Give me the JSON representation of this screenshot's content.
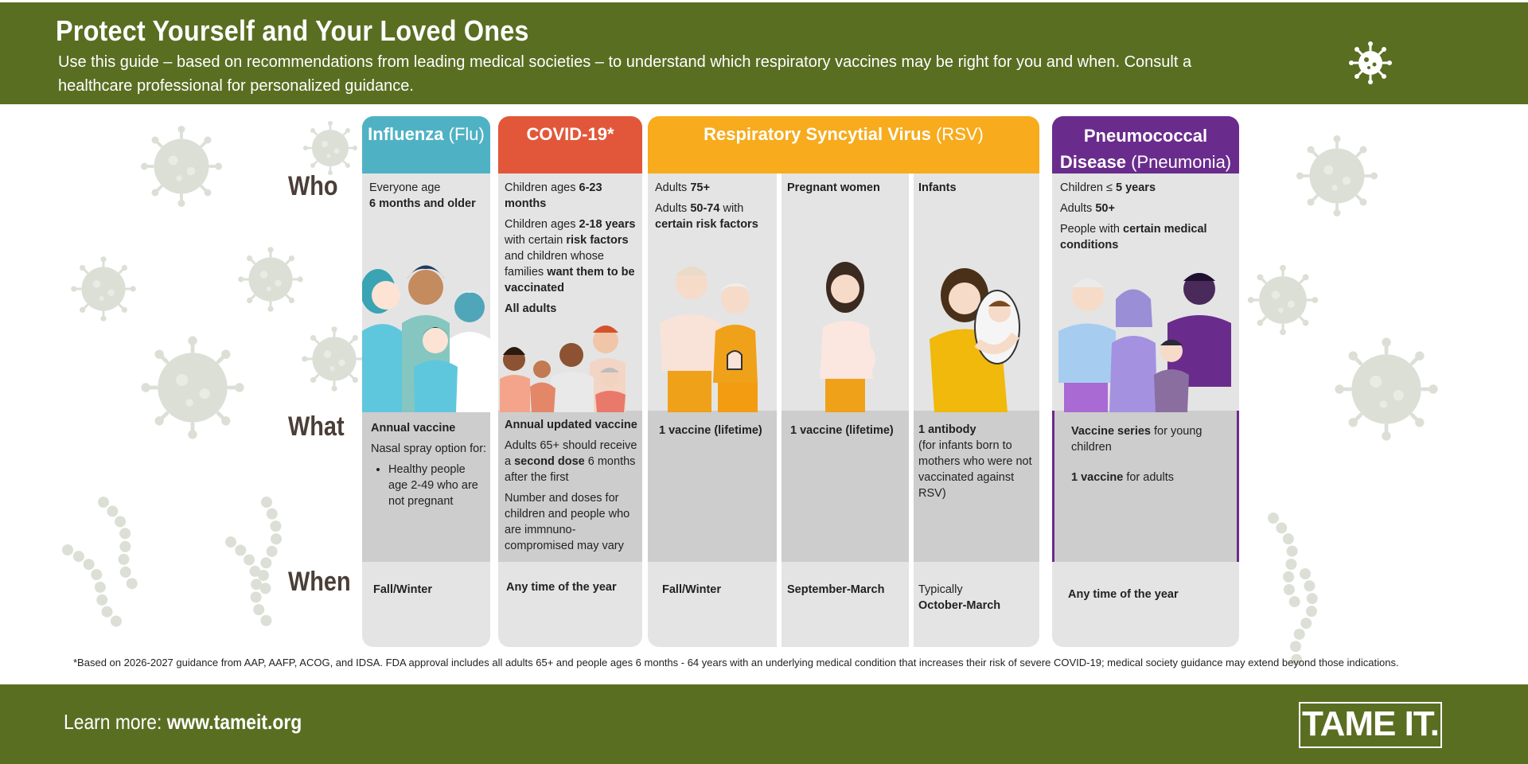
{
  "header": {
    "title": "Protect Yourself and Your Loved Ones",
    "subtitle": "Use this guide – based on recommendations from leading medical societies – to understand which respiratory vaccines may be right for you and when. Consult a healthcare professional for personalized guidance."
  },
  "rows": {
    "who": "Who",
    "what": "What",
    "when": "When"
  },
  "colors": {
    "header_bg": "#5a6e22",
    "flu": "#4fb2c4",
    "covid": "#e2573a",
    "rsv": "#f7ab1d",
    "pneumo": "#6a2c8c",
    "cell_light": "#e4e4e4",
    "cell_dark": "#cdcdcd"
  },
  "flu": {
    "name": "Influenza",
    "abbr": "(Flu)",
    "who_line1": "Everyone age",
    "who_line2": "6 months and older",
    "what_title": "Annual vaccine",
    "what_text": "Nasal spray option for:",
    "what_bullet": "Healthy people age 2-49 who are not pregnant",
    "when": "Fall/Winter"
  },
  "covid": {
    "name": "COVID-19*",
    "who1_pre": "Children ages ",
    "who1_bold": "6-23 months",
    "who2_pre": "Children ages ",
    "who2_bold": "2-18 years",
    "who2_mid": " with certain ",
    "who2_bold2": "risk factors",
    "who2_mid2": " and children whose families ",
    "who2_bold3": "want them to be vaccinated",
    "who3": "All adults",
    "what_title": "Annual updated vaccine",
    "what1_pre": "Adults 65+ should receive a ",
    "what1_bold": "second dose",
    "what1_post": " 6 months after the first",
    "what2": "Number and doses for children and people who are immnuno-compromised may vary",
    "when": "Any time of the year"
  },
  "rsv": {
    "name": "Respiratory Syncytial Virus",
    "abbr": "(RSV)",
    "adults_who1_pre": "Adults ",
    "adults_who1_bold": "75+",
    "adults_who2_pre": "Adults ",
    "adults_who2_bold": "50-74",
    "adults_who2_mid": " with ",
    "adults_who2_bold2": "certain risk factors",
    "adults_what": "1 vaccine (lifetime)",
    "adults_when": "Fall/Winter",
    "pregnant_who": "Pregnant women",
    "pregnant_what": "1 vaccine (lifetime)",
    "pregnant_when": "September-March",
    "infants_who": "Infants",
    "infants_what_title": "1 antibody",
    "infants_what_text": "(for infants born to mothers who were not vaccinated against RSV)",
    "infants_when1": "Typically",
    "infants_when2": "October-March"
  },
  "pneumo": {
    "name1": "Pneumococcal",
    "name2": "Disease",
    "abbr": "(Pneumonia)",
    "who1_pre": "Children ≤ ",
    "who1_bold": "5 years",
    "who2_pre": "Adults ",
    "who2_bold": "50+",
    "who3_pre": "People with ",
    "who3_bold": "certain medical conditions",
    "what1_bold": "Vaccine series",
    "what1_post": " for young children",
    "what2_bold": "1 vaccine",
    "what2_post": " for adults",
    "when": "Any time of the year"
  },
  "footnote": "*Based on 2026-2027 guidance from AAP, AAFP, ACOG, and IDSA. FDA approval includes all adults 65+ and people ages 6 months - 64 years with an underlying medical condition that increases their risk of severe COVID-19; medical society guidance may extend beyond those indications.",
  "footer": {
    "learn_pre": "Learn more: ",
    "learn_url": "www.tameit.org",
    "logo": "TAME IT."
  }
}
